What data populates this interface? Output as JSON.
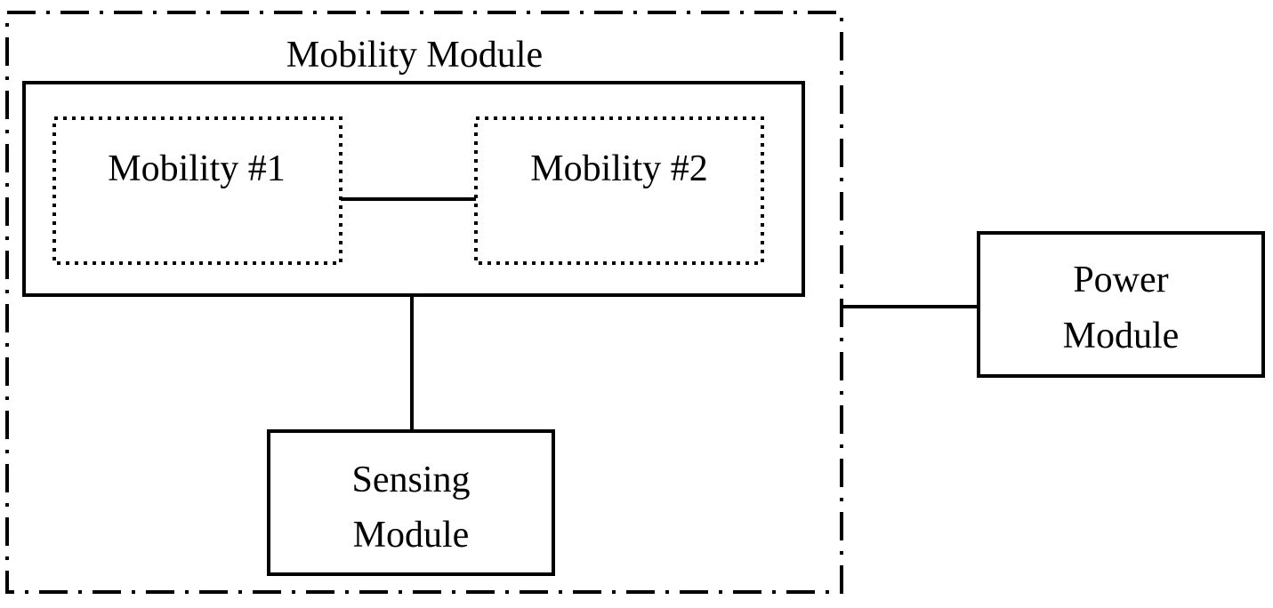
{
  "diagram": {
    "outer_group": {
      "label": "Mobility Module"
    },
    "nodes": {
      "mobility_1": {
        "label": "Mobility #1"
      },
      "mobility_2": {
        "label": "Mobility #2"
      },
      "sensing": {
        "line1": "Sensing",
        "line2": "Module"
      },
      "power": {
        "line1": "Power",
        "line2": "Module"
      }
    },
    "edges": [
      {
        "from": "mobility_1",
        "to": "mobility_2"
      },
      {
        "from": "mobility_module",
        "to": "sensing"
      },
      {
        "from": "outer_group",
        "to": "power"
      }
    ],
    "colors": {
      "stroke": "#000000",
      "background": "#ffffff"
    }
  }
}
